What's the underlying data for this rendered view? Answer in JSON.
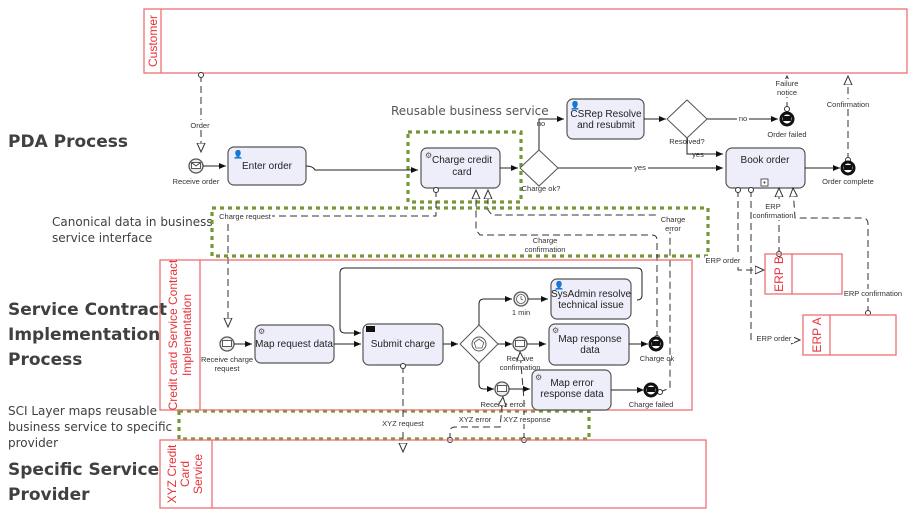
{
  "side_labels": {
    "pda_process": "PDA Process",
    "canonical_note_1": "Canonical data in business",
    "canonical_note_2": "service interface",
    "sci_process_1": "Service Contract",
    "sci_process_2": "Implementation",
    "sci_process_3": "Process",
    "sci_note_1": "SCI Layer maps reusable",
    "sci_note_2": "business service to specific",
    "sci_note_3": "provider",
    "provider_1": "Specific Service",
    "provider_2": "Provider"
  },
  "annotations": {
    "reusable_service": "Reusable business service"
  },
  "pools": {
    "customer": "Customer",
    "sci_1": "Credit card Service Contract",
    "sci_2": "Implementation",
    "xyz_1": "XYZ Credit",
    "xyz_2": "Card",
    "xyz_3": "Service",
    "erp_b": "ERP B",
    "erp_a": "ERP A"
  },
  "tasks": {
    "enter_order": "Enter order",
    "charge_1": "Charge credit",
    "charge_2": "card",
    "csrep_1": "CSRep Resolve",
    "csrep_2": "and resubmit",
    "book_order": "Book order",
    "map_request": "Map request data",
    "submit_charge": "Submit charge",
    "sysadmin_1": "SysAdmin resolve",
    "sysadmin_2": "technical issue",
    "map_response_1": "Map response",
    "map_response_2": "data",
    "map_error_1": "Map error",
    "map_error_2": "response data"
  },
  "events": {
    "receive_order": "Receive order",
    "order_failed": "Order failed",
    "order_complete": "Order complete",
    "receive_charge_1": "Receive charge",
    "receive_charge_2": "request",
    "timer": "1 min",
    "receive_conf_1": "Receive",
    "receive_conf_2": "confirmation",
    "receive_error": "Receive error",
    "charge_ok": "Charge ok",
    "charge_failed": "Charge failed"
  },
  "gateways": {
    "charge_ok": "Charge ok?",
    "resolved": "Resolved?"
  },
  "flow_labels": {
    "order": "Order",
    "failure_1": "Failure",
    "failure_2": "notice",
    "confirmation": "Confirmation",
    "no_1": "no",
    "no_2": "no",
    "yes_1": "yes",
    "yes_2": "yes",
    "charge_request": "Charge request",
    "charge_conf_1": "Charge",
    "charge_conf_2": "confirmation",
    "charge_error_1": "Charge",
    "charge_error_2": "error",
    "erp_conf_1": "ERP",
    "erp_conf_2": "confirmation",
    "erp_order_b": "ERP order",
    "erp_conf_a": "ERP confirmation",
    "erp_order_a": "ERP order",
    "xyz_request": "XYZ request",
    "xyz_error": "XYZ error",
    "xyz_response": "XYZ response"
  }
}
